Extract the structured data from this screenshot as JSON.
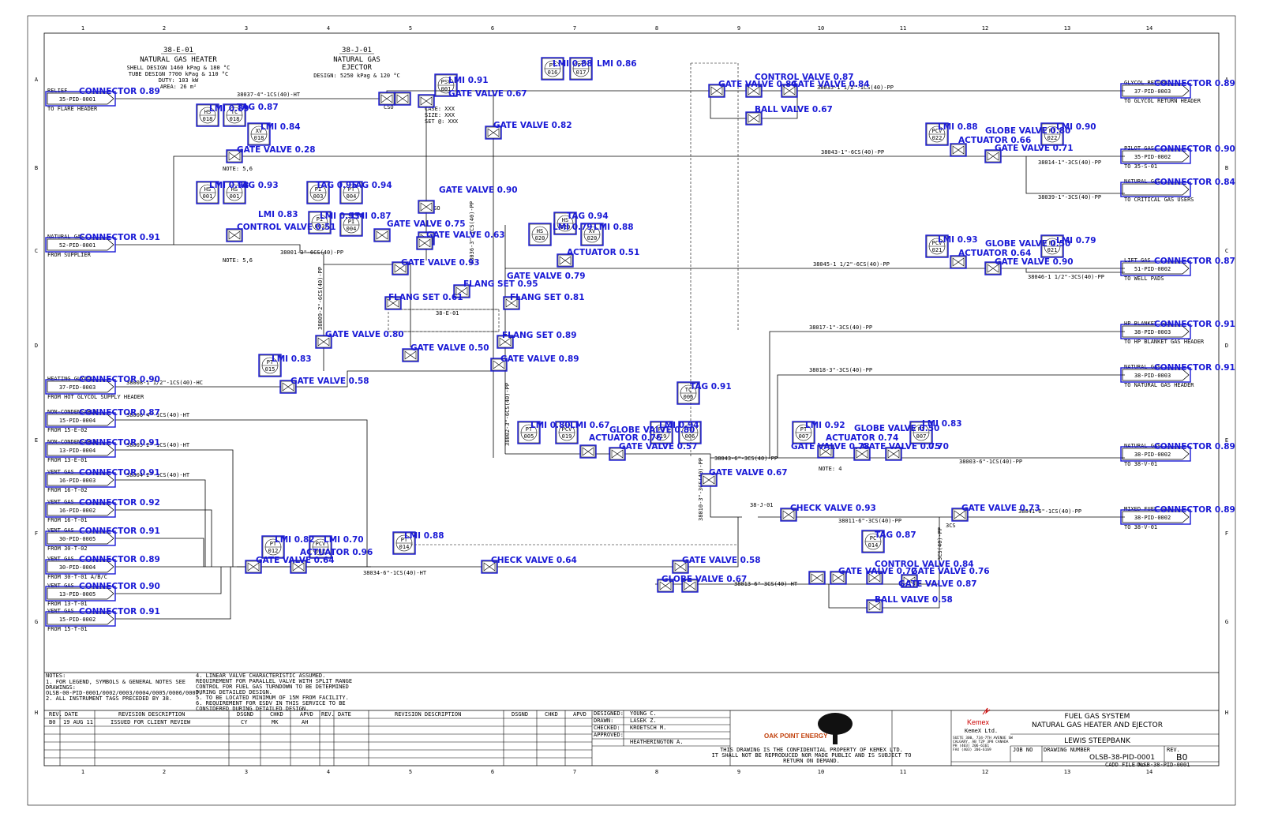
{
  "equipment": {
    "heater": {
      "tag": "38-E-01",
      "name": "NATURAL GAS HEATER",
      "lines": [
        "SHELL DESIGN 1460 kPag & 180 °C",
        "TUBE DESIGN 7700 kPag & 110 °C",
        "DUTY: 103 kW",
        "AREA: 26 m²"
      ]
    },
    "ejector": {
      "tag": "38-J-01",
      "name1": "NATURAL GAS",
      "name2": "EJECTOR",
      "design": "DESIGN: 5250 kPag & 120 °C"
    },
    "psv_note": [
      "CASE: XXX",
      "SIZE: XXX",
      "SET @: XXX"
    ],
    "heater_label": "38-E-01",
    "ejector_label": "38-J-01"
  },
  "grid": {
    "cols": [
      "1",
      "2",
      "3",
      "4",
      "5",
      "6",
      "7",
      "8",
      "9",
      "10",
      "11",
      "12",
      "13",
      "14"
    ],
    "rows": [
      "A",
      "B",
      "C",
      "D",
      "E",
      "F",
      "G",
      "H"
    ]
  },
  "left_connectors": [
    {
      "title": "RELIEF",
      "ref": "35-PID-0001",
      "sub": "TO FLARE HEADER",
      "det": "CONNECTOR 0.89"
    },
    {
      "title": "NATURAL GAS",
      "ref": "52-PID-0001",
      "sub": "FROM SUPPLIER",
      "det": "CONNECTOR 0.91"
    },
    {
      "title": "HEATING GLYCOL",
      "ref": "37-PID-0003",
      "sub": "FROM HOT GLYCOL SUPPLY HEADER",
      "det": "CONNECTOR 0.90"
    },
    {
      "title": "NON-CONDENSABLE",
      "ref": "15-PID-0004",
      "sub": "FROM 15-E-02",
      "det": "CONNECTOR 0.87"
    },
    {
      "title": "NON-CONDENSABLE",
      "ref": "13-PID-0004",
      "sub": "FROM 13-E-01",
      "det": "CONNECTOR 0.91"
    },
    {
      "title": "VENT GAS",
      "ref": "16-PID-0003",
      "sub": "FROM 16-T-02",
      "det": "CONNECTOR 0.91"
    },
    {
      "title": "VENT GAS",
      "ref": "16-PID-0002",
      "sub": "FROM 16-T-01",
      "det": "CONNECTOR 0.92"
    },
    {
      "title": "VENT GAS",
      "ref": "30-PID-0005",
      "sub": "FROM 30-T-02",
      "det": "CONNECTOR 0.91"
    },
    {
      "title": "VENT GAS",
      "ref": "30-PID-0004",
      "sub": "FROM 30-T-01 A/B/C",
      "det": "CONNECTOR 0.89"
    },
    {
      "title": "VENT GAS",
      "ref": "13-PID-0005",
      "sub": "FROM 13-T-01",
      "det": "CONNECTOR 0.90"
    },
    {
      "title": "VENT GAS",
      "ref": "15-PID-0002",
      "sub": "FROM 15-T-01",
      "det": "CONNECTOR 0.91"
    }
  ],
  "right_connectors": [
    {
      "title": "GLYCOL RETURN",
      "ref": "37-PID-0003",
      "sub": "TO GLYCOL RETURN HEADER",
      "det": "CONNECTOR 0.89"
    },
    {
      "title": "PILOT GAS",
      "ref": "35-PID-0002",
      "sub": "TO 35-S-01",
      "det": "CONNECTOR 0.90"
    },
    {
      "title": "NATURAL GAS",
      "ref": "",
      "sub": "TO CRITICAL GAS USERS",
      "det": "CONNECTOR 0.84"
    },
    {
      "title": "LIFT GAS",
      "ref": "51-PID-0002",
      "sub": "TO WELL PADS",
      "det": "CONNECTOR 0.87"
    },
    {
      "title": "HP BLANKET GAS",
      "ref": "38-PID-0003",
      "sub": "TO HP BLANKET GAS HEADER",
      "det": "CONNECTOR 0.91"
    },
    {
      "title": "NATURAL GAS",
      "ref": "38-PID-0003",
      "sub": "TO NATURAL GAS HEADER",
      "det": "CONNECTOR 0.91"
    },
    {
      "title": "NATURAL GAS",
      "ref": "38-PID-0002",
      "sub": "TO 38-V-01",
      "det": "CONNECTOR 0.89"
    },
    {
      "title": "MIXED FUEL GAS",
      "ref": "38-PID-0002",
      "sub": "TO 38-V-01",
      "det": "CONNECTOR 0.89"
    }
  ],
  "lines": {
    "l1": "38037-4\"-1CS(40)-HT",
    "l2": "38001-3\"-6CS(40)-PP",
    "l3": "38008-1 1/2\"-1CS(40)-HC",
    "l4": "38006-4\"-1CS(40)-HT",
    "l5": "38005-2\"-1CS(40)-HT",
    "l6": "38004-2\"-1CS(40)-HT",
    "l7": "38034-6\"-1CS(40)-HT",
    "l8": "38035-1 1/2\"-1CS(40)-PP",
    "l9": "38043-1\"-6CS(40)-PP",
    "l10": "38014-1\"-3CS(40)-PP",
    "l11": "38039-1\"-3CS(40)-PP",
    "l12": "38045-1 1/2\"-6CS(40)-PP",
    "l13": "38046-1 1/2\"-3CS(40)-PP",
    "l14": "38017-1\"-3CS(40)-PP",
    "l15": "38018-3\"-3CS(40)-PP",
    "l16": "38043-6\"-3CS(40)-PP",
    "l17": "38003-6\"-1CS(40)-PP",
    "l18": "38011-6\"-3CS(40)-PP",
    "l19": "38041-6\"-1CS(40)-PP",
    "l20": "38013-6\"-3CS(40)-HT",
    "l21": "38009-2\"-6CS(40)-PP",
    "l22": "38036-3\"-1CS(40)-PP",
    "l23": "38002-3\"-6CS(40)-PP",
    "l24": "38010-3\"-3CS(40)-PP",
    "l25": "3CS(40)-PP"
  },
  "instruments": [
    {
      "code": "HS",
      "num": "018"
    },
    {
      "code": "TC",
      "num": "018"
    },
    {
      "code": "XV",
      "num": "018"
    },
    {
      "code": "HS",
      "num": "001"
    },
    {
      "code": "HS",
      "num": "001"
    },
    {
      "code": "PI",
      "num": "003"
    },
    {
      "code": "PT",
      "num": "004"
    },
    {
      "code": "PI",
      "num": "003"
    },
    {
      "code": "PI",
      "num": "004"
    },
    {
      "code": "PT",
      "num": "016"
    },
    {
      "code": "PT",
      "num": "017"
    },
    {
      "code": "PSV",
      "num": "001"
    },
    {
      "code": "HS",
      "num": "020"
    },
    {
      "code": "HS",
      "num": "020"
    },
    {
      "code": "XV",
      "num": "020"
    },
    {
      "code": "PT",
      "num": "015"
    },
    {
      "code": "TC",
      "num": "006"
    },
    {
      "code": "PT",
      "num": "005"
    },
    {
      "code": "PCV",
      "num": "019"
    },
    {
      "code": "PI",
      "num": "019"
    },
    {
      "code": "TT",
      "num": "006"
    },
    {
      "code": "PCV",
      "num": "022"
    },
    {
      "code": "PI",
      "num": "022"
    },
    {
      "code": "PCV",
      "num": "021"
    },
    {
      "code": "PI",
      "num": "021"
    },
    {
      "code": "PT",
      "num": "007"
    },
    {
      "code": "PI",
      "num": "007"
    },
    {
      "code": "PT",
      "num": "012"
    },
    {
      "code": "PCV",
      "num": "012"
    },
    {
      "code": "PT",
      "num": "014"
    },
    {
      "code": "PC",
      "num": "014"
    }
  ],
  "detections": [
    "LMI 0.89",
    "TAG 0.87",
    "LMI 0.84",
    "GATE VALVE 0.28",
    "LMI 0.93",
    "TAG 0.93",
    "TAG 0.95",
    "TAG 0.94",
    "LMI 0.83",
    "CONTROL VALVE 0.51",
    "LMI 0.93",
    "LMI 0.87",
    "GATE VALVE 0.75",
    "GATE VALVE 0.63",
    "GATE VALVE 0.93",
    "FLANG SET 0.95",
    "FLANG SET 0.61",
    "FLANG SET 0.81",
    "GATE VALVE 0.80",
    "GATE VALVE 0.50",
    "FLANG SET 0.89",
    "GATE VALVE 0.89",
    "LMI 0.83",
    "GATE VALVE 0.58",
    "GATE VALVE 0.67",
    "LMI 0.91",
    "GATE VALVE 0.82",
    "GATE VALVE 0.90",
    "LMI 0.88",
    "LMI 0.86",
    "TAG 0.94",
    "LMI 0.79",
    "LMI 0.88",
    "ACTUATOR 0.51",
    "GATE VALVE 0.79",
    "CONTROL VALVE 0.87",
    "GATE VALVE 0.84",
    "GATE VALVE 0.84",
    "BALL VALVE 0.67",
    "LMI 0.88",
    "GLOBE VALVE 0.80",
    "LMI 0.90",
    "ACTUATOR 0.66",
    "GATE VALVE 0.71",
    "LMI 0.93",
    "GLOBE VALVE 0.50",
    "LMI 0.79",
    "ACTUATOR 0.64",
    "GATE VALVE 0.90",
    "TAG 0.91",
    "LMI 0.80",
    "LMI 0.67",
    "GLOBE VALVE 0.80",
    "LMI 0.94",
    "ACTUATOR 0.76",
    "GATE VALVE 0.57",
    "LMI 0.92",
    "GLOBE VALVE 0.50",
    "LMI 0.83",
    "ACTUATOR 0.74",
    "GATE VALVE 0.78",
    "GATE VALVE 0.75",
    "0.70",
    "GATE VALVE 0.67",
    "CHECK VALVE 0.93",
    "GATE VALVE 0.73",
    "LMI 0.82",
    "LMI 0.70",
    "ACTUATOR 0.96",
    "GATE VALVE 0.64",
    "LMI 0.88",
    "CHECK VALVE 0.64",
    "GATE VALVE 0.58",
    "GLOBE VALVE 0.67",
    "TAG 0.87",
    "CONTROL VALVE 0.84",
    "GATE VALVE 0.72",
    "GATE VALVE 0.76",
    "GATE VALVE 0.87",
    "BALL VALVE 0.58"
  ],
  "misc": {
    "note56": "NOTE: 5,6",
    "note4": "NOTE: 4",
    "cso": "CSO",
    "lc": "1CS",
    "three_cs": "3CS"
  },
  "notes": {
    "title": "NOTES:",
    "col1": [
      "1. FOR LEGEND, SYMBOLS & GENERAL NOTES SEE",
      "DRAWINGS:",
      "OLSB-00-PID-0001/0002/0003/0004/0005/0006/0007.",
      "2. ALL INSTRUMENT TAGS PRECEDED BY 38."
    ],
    "col2": [
      "4. LINEAR VALVE CHARACTERISTIC ASSUMED.",
      "REQUIREMENT FOR PARALLEL VALVE WITH SPLIT RANGE",
      "CONTROL FOR FUEL GAS TURNDOWN TO BE DETERMINED",
      "DURING DETAILED DESIGN.",
      "5. TO BE LOCATED MINIMUM OF 15M FROM FACILITY.",
      "6. REQUIREMENT FOR ESDV IN THIS SERVICE TO BE",
      "CONSIDERED DURING DETAILED DESIGN."
    ]
  },
  "title_block": {
    "rev_headers": [
      "REV.",
      "DATE",
      "REVISION DESCRIPTION",
      "DSGND",
      "CHKD",
      "APVD"
    ],
    "rev_row": [
      "B0",
      "19 AUG 11",
      "ISSUED FOR CLIENT REVIEW",
      "CY",
      "MK",
      "AH"
    ],
    "rev_headers2": [
      "REV.",
      "DATE",
      "REVISION DESCRIPTION",
      "DSGND",
      "CHKD",
      "APVD"
    ],
    "roles": [
      {
        "role": "DESIGNED:",
        "name": "YOUNG C."
      },
      {
        "role": "DRAWN:",
        "name": "LASEK Z."
      },
      {
        "role": "CHECKED:",
        "name": "KROETSCH M."
      },
      {
        "role": "APPROVED:",
        "name": "HEATHERINGTON A."
      }
    ],
    "client": "OAK POINT ENERGY",
    "confidential": [
      "THIS DRAWING IS THE CONFIDENTIAL PROPERTY OF KEMEX LTD.",
      "IT SHALL NOT BE REPRODUCED NOR MADE PUBLIC AND IS SUBJECT TO",
      "RETURN ON DEMAND."
    ],
    "company": "Kemex",
    "company_full": "KemeX Ltd.",
    "address": [
      "SUITE 300, 734-7TH AVENUE SW",
      "CALGARY, AB T2P 3P8 CANADA",
      "PH (403) 206-6161",
      "FAX (403) 206-6169"
    ],
    "job_label": "JOB NO",
    "title1": "FUEL GAS SYSTEM",
    "title2": "NATURAL GAS HEATER AND EJECTOR",
    "site": "LEWIS STEEPBANK",
    "drawing_label": "DRAWING NUMBER",
    "drawing_number": "OLSB-38-PID-0001",
    "rev_label": "REV.",
    "rev": "B0",
    "cadd_label": "CADD FILE No.",
    "cadd": "OLSB-38-PID-0001"
  },
  "colors": {
    "detection": "#1a1ad6",
    "line": "#000000"
  }
}
